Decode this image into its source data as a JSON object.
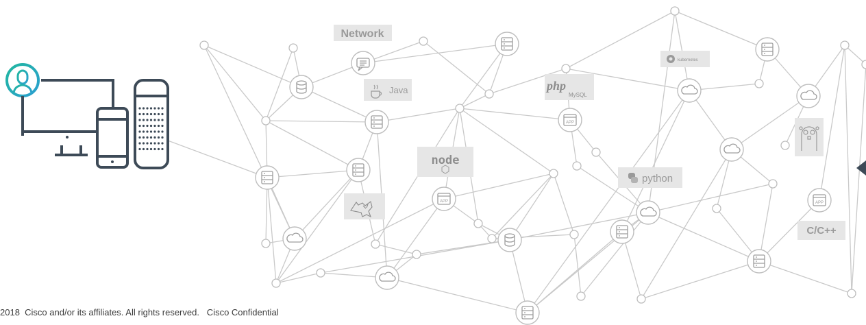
{
  "labels": {
    "network": "Network",
    "java": "Java",
    "php": "php",
    "mysql": "MySQL",
    "node": "node",
    "python": "python",
    "kubernetes": "kubernetes",
    "cpp": "C/C++",
    "app": "APP"
  },
  "footer": {
    "text": "2018  Cisco and/or its affiliates. All rights reserved.   Cisco Confidential"
  },
  "colors": {
    "line": "#c9c9c9",
    "node_stroke": "#bdbdbd",
    "device_stroke": "#3d4a57",
    "user_gradient_start": "#27b3a3",
    "user_gradient_end": "#2aa2c8",
    "tag_bg": "#e6e6e6"
  },
  "icons": {
    "database": "database-icon",
    "server": "server-icon",
    "cloud": "cloud-icon",
    "app": "app-window-icon",
    "chat": "chat-icon",
    "user": "user-icon",
    "desktop": "desktop-icon",
    "phone": "phone-icon",
    "speaker": "smart-speaker-icon"
  }
}
